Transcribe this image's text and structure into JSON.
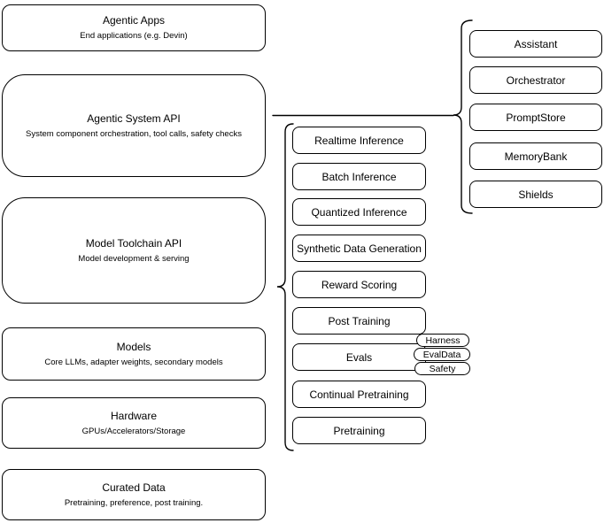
{
  "colors": {
    "stroke": "#000000",
    "background": "#ffffff",
    "text": "#000000"
  },
  "stack_column": {
    "boxes": [
      {
        "title": "Agentic Apps",
        "subtitle": "End applications (e.g. Devin)"
      },
      {
        "title": "Agentic System API",
        "subtitle": "System component orchestration, tool calls, safety checks"
      },
      {
        "title": "Model Toolchain API",
        "subtitle": "Model development & serving"
      },
      {
        "title": "Models",
        "subtitle": "Core LLMs, adapter weights, secondary models"
      },
      {
        "title": "Hardware",
        "subtitle": "GPUs/Accelerators/Storage"
      },
      {
        "title": "Curated Data",
        "subtitle": "Pretraining, preference, post training."
      }
    ]
  },
  "toolchain_services": [
    {
      "label": "Realtime Inference"
    },
    {
      "label": "Batch Inference"
    },
    {
      "label": "Quantized Inference"
    },
    {
      "label": "Synthetic Data Generation"
    },
    {
      "label": "Reward Scoring"
    },
    {
      "label": "Post Training"
    },
    {
      "label": "Evals"
    },
    {
      "label": "Continual Pretraining"
    },
    {
      "label": "Pretraining"
    }
  ],
  "eval_tags": [
    {
      "label": "Harness"
    },
    {
      "label": "EvalData"
    },
    {
      "label": "Safety"
    }
  ],
  "system_components": [
    {
      "label": "Assistant"
    },
    {
      "label": "Orchestrator"
    },
    {
      "label": "PromptStore"
    },
    {
      "label": "MemoryBank"
    },
    {
      "label": "Shields"
    }
  ]
}
